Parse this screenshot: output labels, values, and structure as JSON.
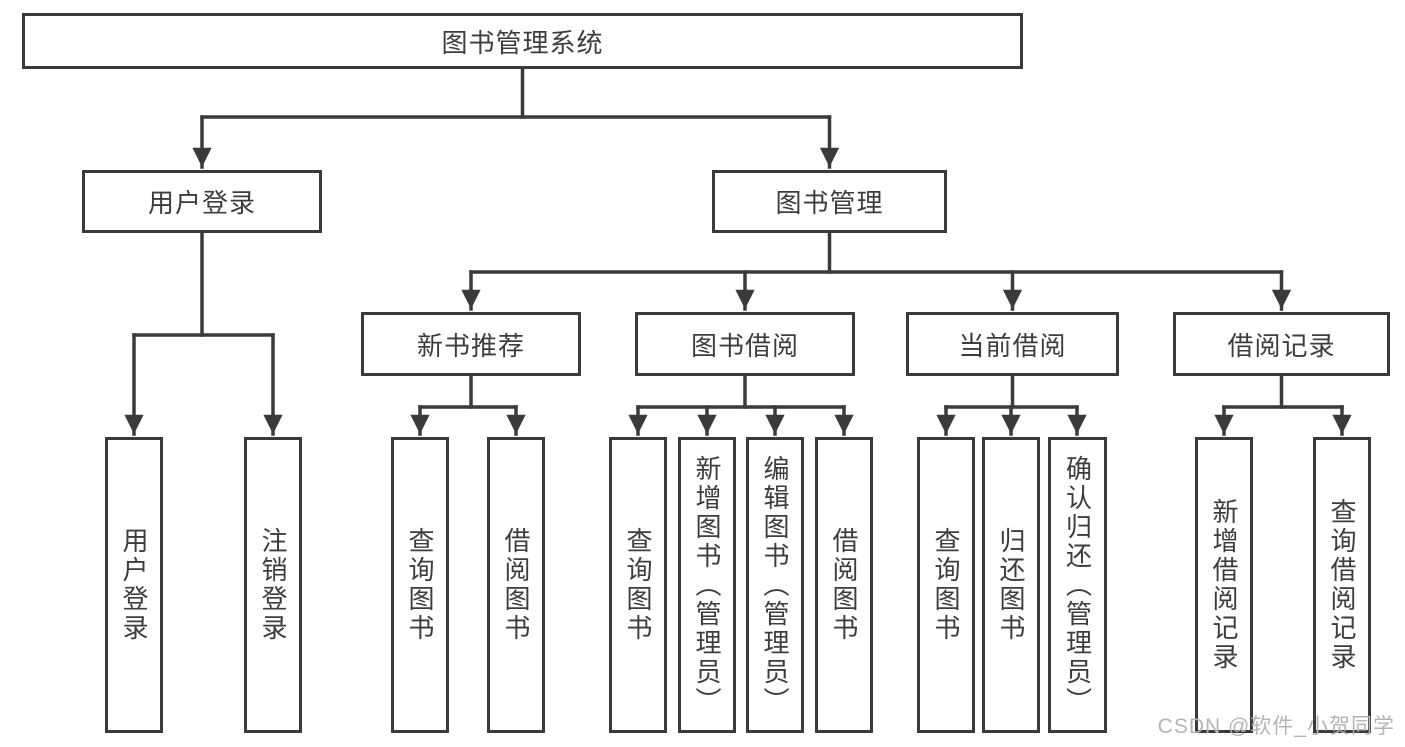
{
  "root": {
    "label": "图书管理系统"
  },
  "branches": {
    "user": {
      "label": "用户登录",
      "children": [
        {
          "label": "用户登录"
        },
        {
          "label": "注销登录"
        }
      ]
    },
    "book": {
      "label": "图书管理",
      "groups": [
        {
          "label": "新书推荐",
          "children": [
            {
              "label": "查询图书"
            },
            {
              "label": "借阅图书"
            }
          ]
        },
        {
          "label": "图书借阅",
          "children": [
            {
              "label": "查询图书"
            },
            {
              "label": "新增图书（管理员）"
            },
            {
              "label": "编辑图书（管理员）"
            },
            {
              "label": "借阅图书"
            }
          ]
        },
        {
          "label": "当前借阅",
          "children": [
            {
              "label": "查询图书"
            },
            {
              "label": "归还图书"
            },
            {
              "label": "确认归还（管理员）"
            }
          ]
        },
        {
          "label": "借阅记录",
          "children": [
            {
              "label": "新增借阅记录"
            },
            {
              "label": "查询借阅记录"
            }
          ]
        }
      ]
    }
  },
  "watermark": {
    "text": "CSDN @软件_小贺同学"
  },
  "colors": {
    "line": "#3a3a3a",
    "text": "#3d3d3d",
    "watermark": "#b4b4b4",
    "background": "#ffffff"
  }
}
